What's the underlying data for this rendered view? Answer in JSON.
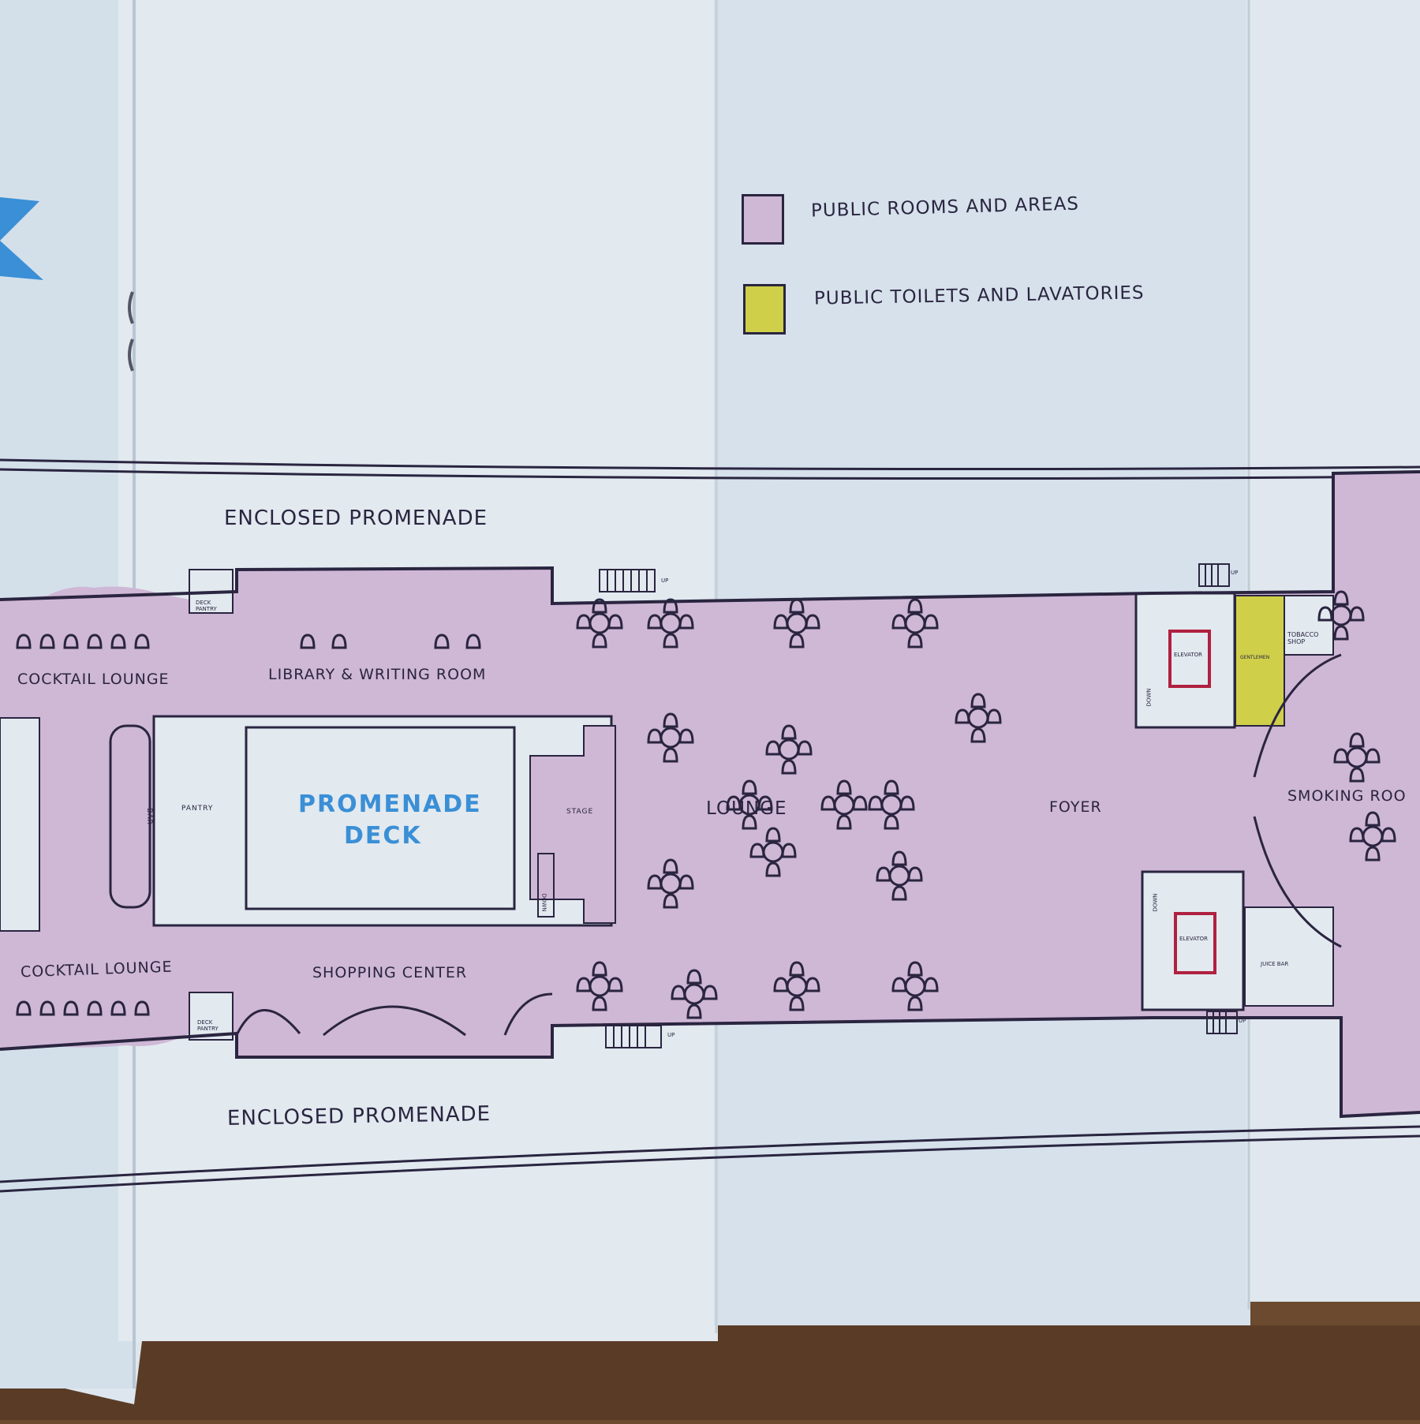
{
  "legend": {
    "public_rooms": {
      "label": "PUBLIC ROOMS AND AREAS",
      "color": "#cfb7d6"
    },
    "toilets": {
      "label": "PUBLIC TOILETS AND LAVATORIES",
      "color": "#cfcf4a"
    }
  },
  "title_fragment": "K",
  "deck": {
    "name_line1": "PROMENADE",
    "name_line2": "DECK",
    "accent_color": "#3a8fd6"
  },
  "labels": {
    "promenade_top": "ENCLOSED PROMENADE",
    "promenade_bottom": "ENCLOSED PROMENADE",
    "cocktail_top": "COCKTAIL LOUNGE",
    "cocktail_bottom": "COCKTAIL LOUNGE",
    "library": "LIBRARY & WRITING ROOM",
    "shopping": "SHOPPING CENTER",
    "lounge": "LOUNGE",
    "foyer": "FOYER",
    "smoking": "SMOKING ROO",
    "stage": "STAGE",
    "pantry": "PANTRY",
    "bar": "BAR",
    "deck_pantry_top": "DECK PANTRY",
    "deck_pantry_bottom": "DECK PANTRY",
    "elevator_top": "ELEVATOR",
    "elevator_bottom": "ELEVATOR",
    "gentlemen": "GENTLEMEN",
    "tobacco": "TOBACCO SHOP",
    "juice_bar": "JUICE BAR",
    "up1": "UP",
    "up2": "UP",
    "up3": "UP",
    "up4": "UP",
    "down1": "DOWN",
    "down2": "DOWN",
    "down3": "DOWN"
  },
  "colors": {
    "room": "#cfb7d6",
    "paper": "#dde6ee",
    "ink": "#2a2540",
    "toilet": "#cfcf4a",
    "table": "#6b4a30"
  }
}
